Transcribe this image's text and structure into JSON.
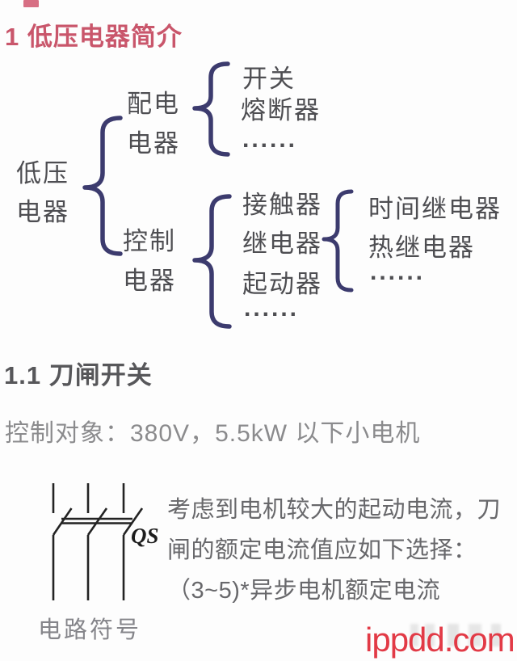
{
  "title": "1 低压电器简介",
  "tree": {
    "root": {
      "line1": "低压",
      "line2": "电器"
    },
    "branch_distribution": {
      "line1": "配电",
      "line2": "电器",
      "children": [
        "开关",
        "熔断器",
        "......"
      ]
    },
    "branch_control": {
      "line1": "控制",
      "line2": "电器",
      "children": [
        "接触器",
        "继电器",
        "起动器",
        "......"
      ]
    },
    "branch_relay": {
      "children": [
        "时间继电器",
        "热继电器",
        "......"
      ]
    }
  },
  "section": {
    "heading": "1.1 刀闸开关",
    "control_target": "控制对象：380V，5.5kW 以下小电机"
  },
  "knife_switch": {
    "device_label": "QS",
    "caption": "电路符号"
  },
  "paragraph": {
    "lines": [
      "考虑到电机较大的起动电流，刀",
      "闸的额定电流值应如下选择：",
      "（3~5)*异步电机额定电流"
    ]
  },
  "watermark": {
    "text": "ippdd.com"
  },
  "colors": {
    "title_red": "#c9566b",
    "brace_indigo": "#3c3b6e",
    "body_text_dark": "#4e4e52",
    "body_text_gray": "#8b8b8d",
    "paragraph_gray": "#68686b",
    "symbol_black": "#232323",
    "watermark_red": "#e23a46"
  }
}
